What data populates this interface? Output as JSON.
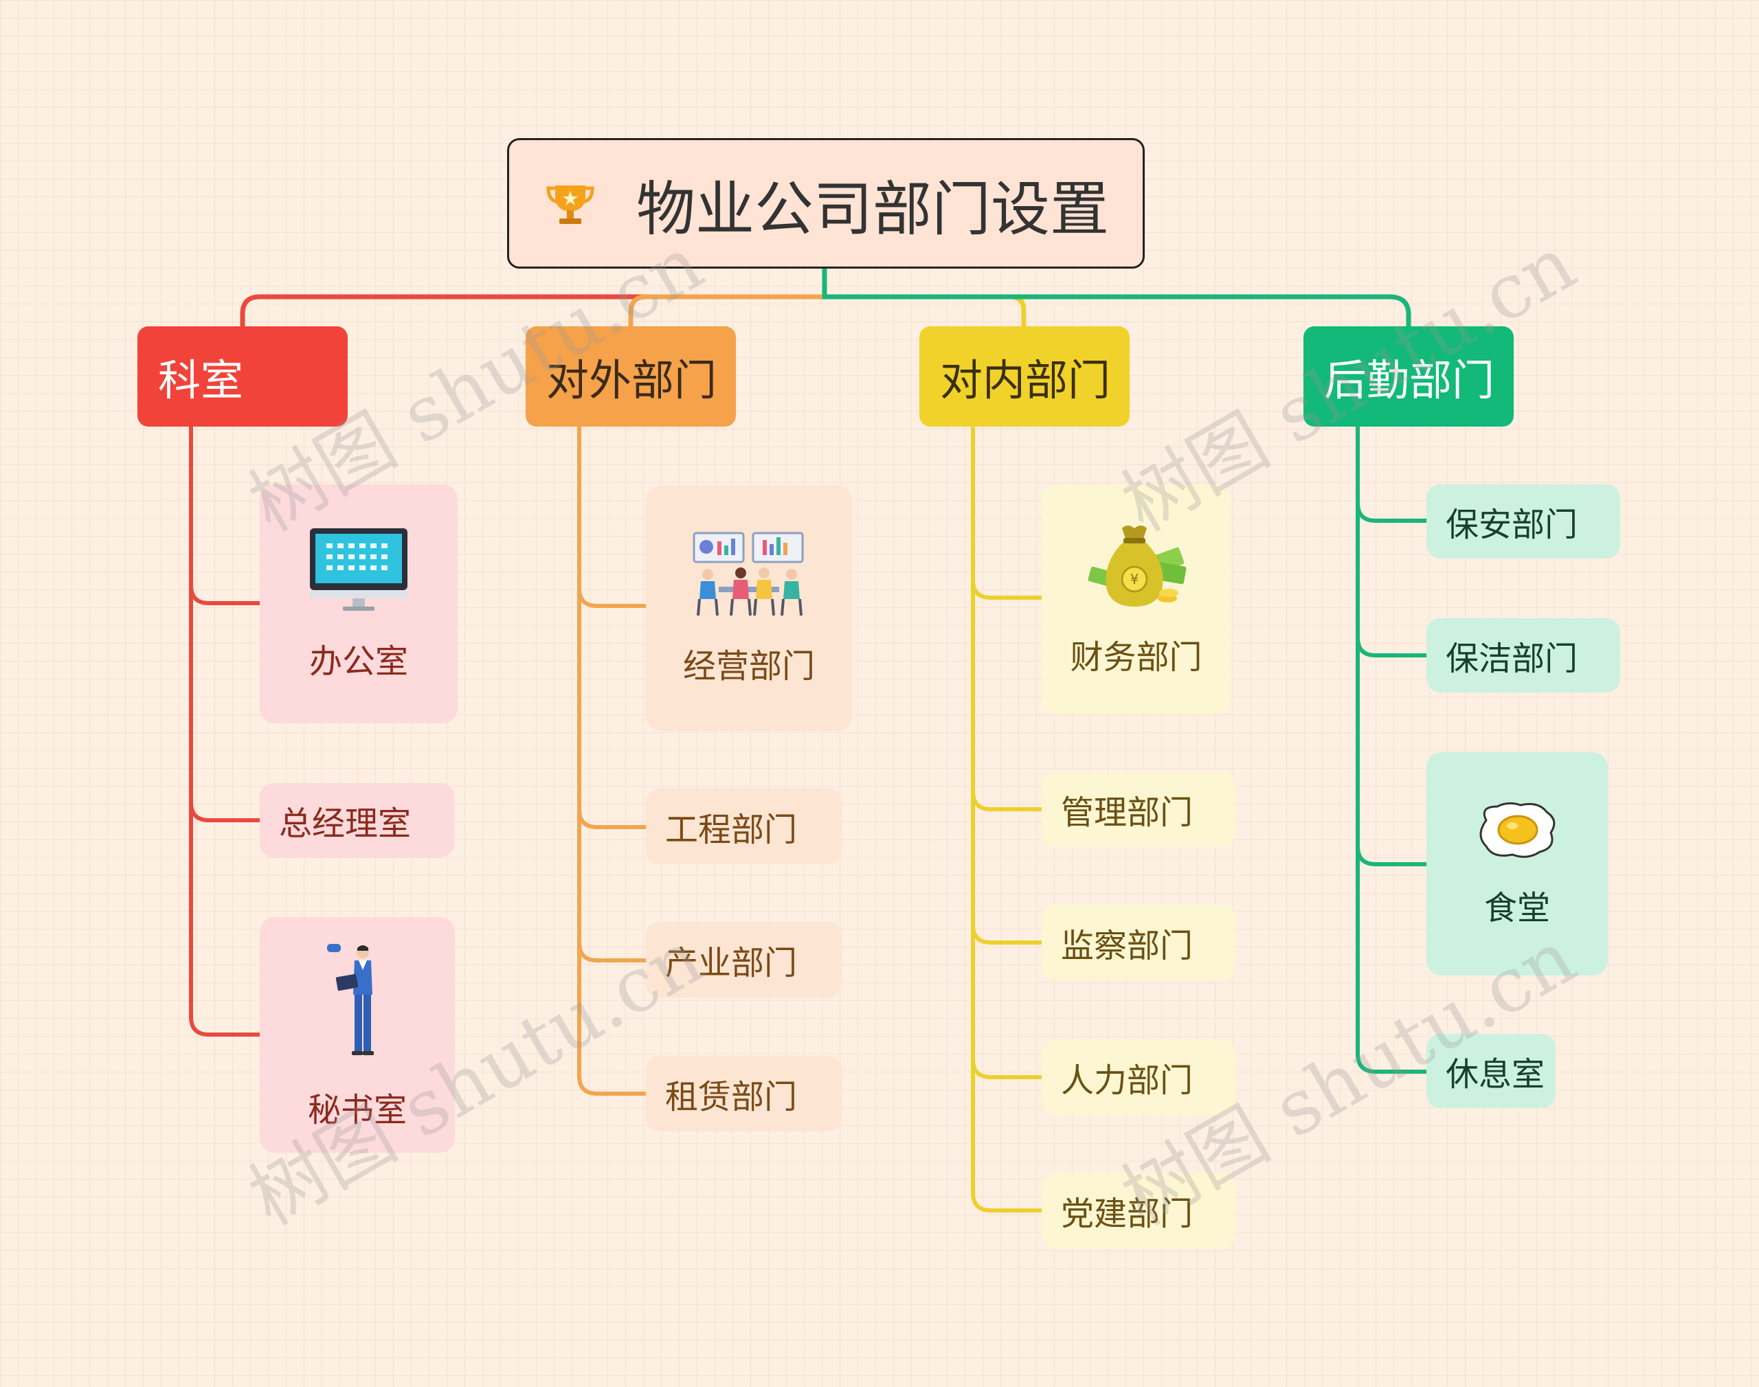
{
  "root": {
    "title": "物业公司部门设置",
    "icon": "trophy-icon"
  },
  "branches": [
    {
      "label": "科室",
      "color": "#f2433a",
      "children": [
        "办公室",
        "总经理室",
        "秘书室"
      ]
    },
    {
      "label": "对外部门",
      "color": "#f5a24a",
      "children": [
        "经营部门",
        "工程部门",
        "产业部门",
        "租赁部门"
      ]
    },
    {
      "label": "对内部门",
      "color": "#f1d22a",
      "children": [
        "财务部门",
        "管理部门",
        "监察部门",
        "人力部门",
        "党建部门"
      ]
    },
    {
      "label": "后勤部门",
      "color": "#12b978",
      "children": [
        "保安部门",
        "保洁部门",
        "食堂",
        "休息室"
      ]
    }
  ],
  "icons": {
    "office": "computer-monitor-icon",
    "secretary": "person-with-tablet-icon",
    "business": "team-meeting-icon",
    "finance": "money-bag-icon",
    "canteen": "fried-egg-icon"
  },
  "watermark": "树图 shutu.cn"
}
